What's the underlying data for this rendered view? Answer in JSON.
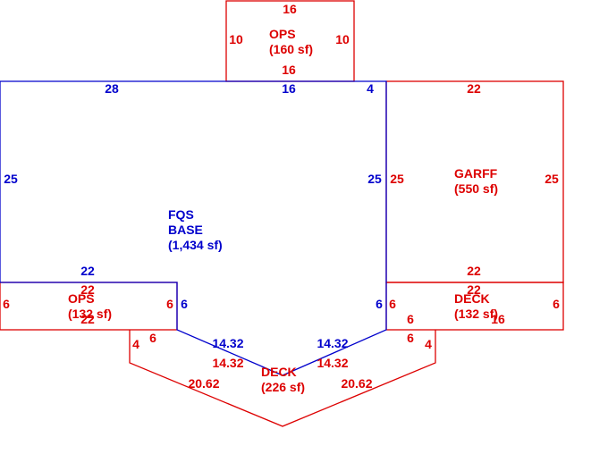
{
  "colors": {
    "base": "#0000cc",
    "addition": "#dd0000",
    "background": "#ffffff"
  },
  "areas": {
    "ops_top": {
      "name": "OPS",
      "area": "(160 sf)"
    },
    "fqs_base": {
      "line1": "FQS",
      "line2": "BASE",
      "area": "(1,434 sf)"
    },
    "garff": {
      "name": "GARFF",
      "area": "(550 sf)"
    },
    "ops_left": {
      "name": "OPS",
      "area": "(132 sf)"
    },
    "deck_right": {
      "name": "DECK",
      "area": "(132 sf)"
    },
    "deck_bottom": {
      "name": "DECK",
      "area": "(226 sf)"
    }
  },
  "dims": {
    "ops_top_top": "16",
    "ops_top_bottom": "16",
    "ops_top_left": "10",
    "ops_top_right": "10",
    "base_top_left": "28",
    "base_top_mid": "16",
    "base_top_right": "4",
    "base_left": "25",
    "base_right": "25",
    "base_bottom": "22",
    "base_side_left": "6",
    "base_side_right": "6",
    "base_diag_left": "14.32",
    "base_diag_right": "14.32",
    "garff_top": "22",
    "garff_left": "25",
    "garff_right": "25",
    "garff_bottom": "22",
    "opsl_top": "22",
    "opsl_bottom": "22",
    "opsl_left": "6",
    "opsl_right": "6",
    "deckr_top": "22",
    "deckr_bottom": "16",
    "deckr_left": "6",
    "deckr_right": "6",
    "deckb_left_short": "4",
    "deckb_right_short": "4",
    "deckb_left_inner": "6",
    "deckb_right_inner": "6",
    "deckb_diag_left": "14.32",
    "deckb_diag_right": "14.32",
    "deckb_outer_left": "20.62",
    "deckb_outer_right": "20.62"
  }
}
